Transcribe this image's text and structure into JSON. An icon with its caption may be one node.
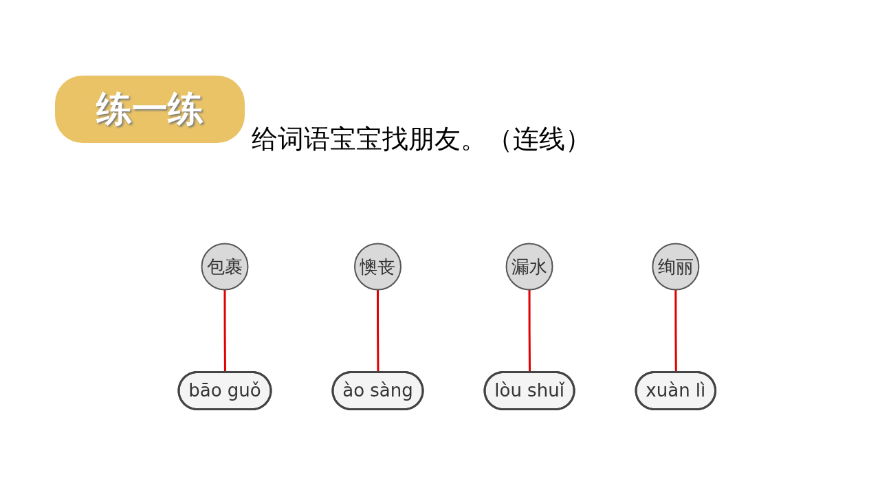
{
  "diagram": {
    "title": "练一练",
    "nodes": [
      {
        "text": [
          "包裹"
        ]
      },
      {
        "text": [
          "懊丧"
        ]
      },
      {
        "text": [
          "漏水"
        ]
      },
      {
        "text": [
          "绚丽"
        ]
      },
      {
        "text": [
          "xuàn lì"
        ]
      },
      {
        "text": [
          "lòu shuǐ"
        ]
      },
      {
        "text": [
          "bāo guǒ"
        ]
      },
      {
        "text": [
          "ào sàng"
        ]
      }
    ],
    "edges": [
      {
        "from": 0,
        "to": 6,
        "arrow": "none"
      },
      {
        "from": 1,
        "to": 7,
        "arrow": "none"
      },
      {
        "from": 2,
        "to": 5,
        "arrow": "none"
      },
      {
        "from": 3,
        "to": 4,
        "arrow": "none"
      }
    ],
    "labels": [
      "给词语宝宝找朋友。（连线）"
    ]
  }
}
